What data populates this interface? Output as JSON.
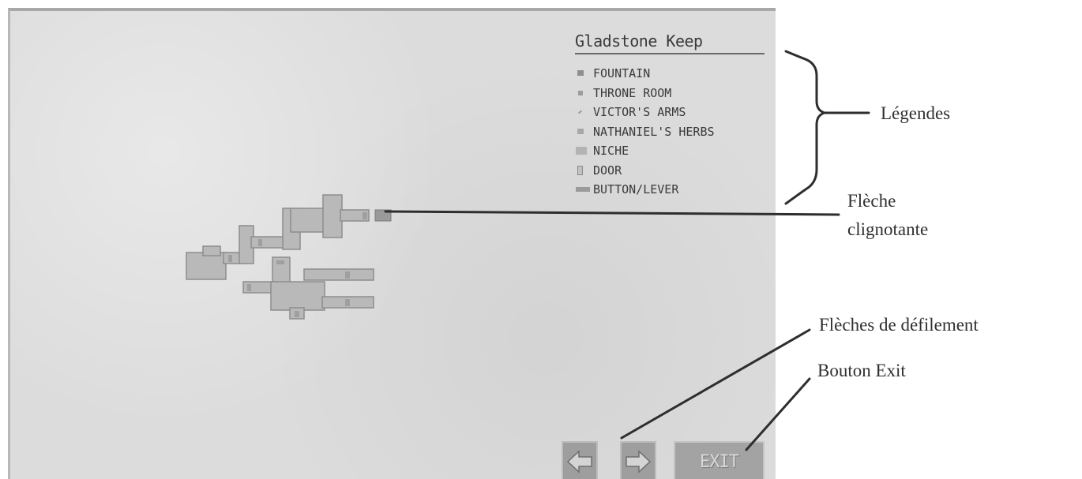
{
  "map": {
    "title": "Gladstone Keep",
    "legend": [
      {
        "icon": "fountain-icon",
        "label": "FOUNTAIN"
      },
      {
        "icon": "throne-room-icon",
        "label": "THRONE ROOM"
      },
      {
        "icon": "victors-arms-icon",
        "label": "VICTOR'S ARMS"
      },
      {
        "icon": "herbs-icon",
        "label": "NATHANIEL'S HERBS"
      },
      {
        "icon": "niche-icon",
        "label": "NICHE"
      },
      {
        "icon": "door-icon",
        "label": "DOOR"
      },
      {
        "icon": "button-lever-icon",
        "label": "BUTTON/LEVER"
      }
    ],
    "exit_label": "EXIT",
    "prev_icon": "arrow-left-icon",
    "next_icon": "arrow-right-icon"
  },
  "annotations": {
    "legendes": "Légendes",
    "fleche_line1": "Flèche",
    "fleche_line2": "clignotante",
    "defilement": "Flèches de défilement",
    "bouton_exit": "Bouton Exit"
  },
  "colors": {
    "screen_bg": "#dcdcdc",
    "room_fill": "#b9b9b9",
    "room_stroke": "#8d8d8d"
  }
}
